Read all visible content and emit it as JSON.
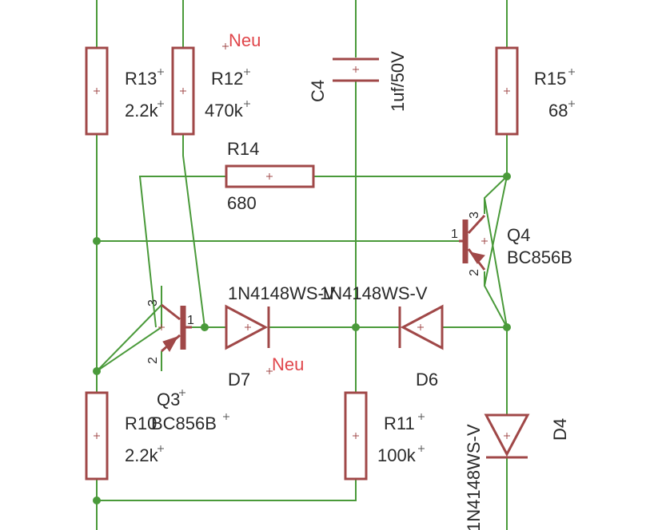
{
  "components": {
    "R13": {
      "name": "R13",
      "value": "2.2k"
    },
    "R12": {
      "name": "R12",
      "value": "470k"
    },
    "C4": {
      "name": "C4",
      "value": "1uf/50V"
    },
    "R15": {
      "name": "R15",
      "value": "68"
    },
    "R14": {
      "name": "R14",
      "value": "680"
    },
    "Q4": {
      "name": "Q4",
      "value": "BC856B",
      "pin_base": "1",
      "pin_collector": "2",
      "pin_emitter": "3"
    },
    "Q3": {
      "name": "Q3",
      "value": "BC856B",
      "pin_base": "1",
      "pin_collector": "2",
      "pin_emitter": "3"
    },
    "D7": {
      "name": "D7",
      "value": "1N4148WS-V"
    },
    "D6": {
      "name": "D6",
      "value": "1N4148WS-V"
    },
    "D4": {
      "name": "D4",
      "value": "1N4148WS-V"
    },
    "R10": {
      "name": "R10",
      "value": "2.2k"
    },
    "R11": {
      "name": "R11",
      "value": "100k"
    }
  },
  "annotations": {
    "neu_top": "Neu",
    "neu_bottom": "Neu"
  },
  "colors": {
    "wire": "#4a9a3a",
    "part": "#a04848",
    "note": "#e0454a",
    "text": "#2a2a2a"
  }
}
